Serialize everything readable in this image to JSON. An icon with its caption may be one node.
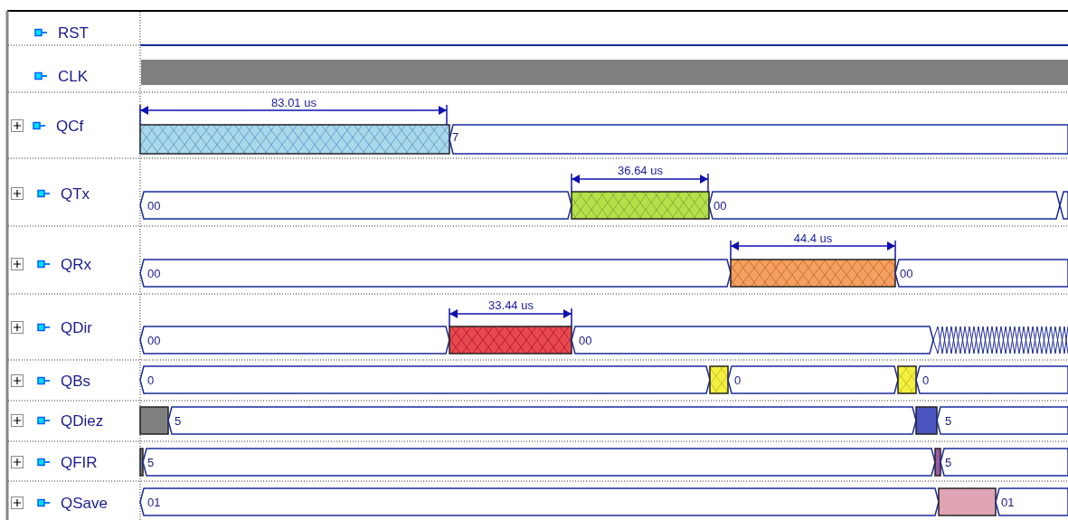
{
  "diagram": {
    "labels": [
      "RST",
      "CLK",
      "83.01 us",
      "QCf",
      "7",
      "36.64 us",
      "QTx",
      "00",
      "00",
      "44.4 us",
      "QRx",
      "00",
      "00",
      "33.44 us",
      "QDir",
      "00",
      "00",
      "QBs",
      "0",
      "0",
      "0",
      "QDiez",
      "5",
      "5",
      "QFIR",
      "5",
      "5",
      "QSave",
      "01",
      "01"
    ]
  }
}
